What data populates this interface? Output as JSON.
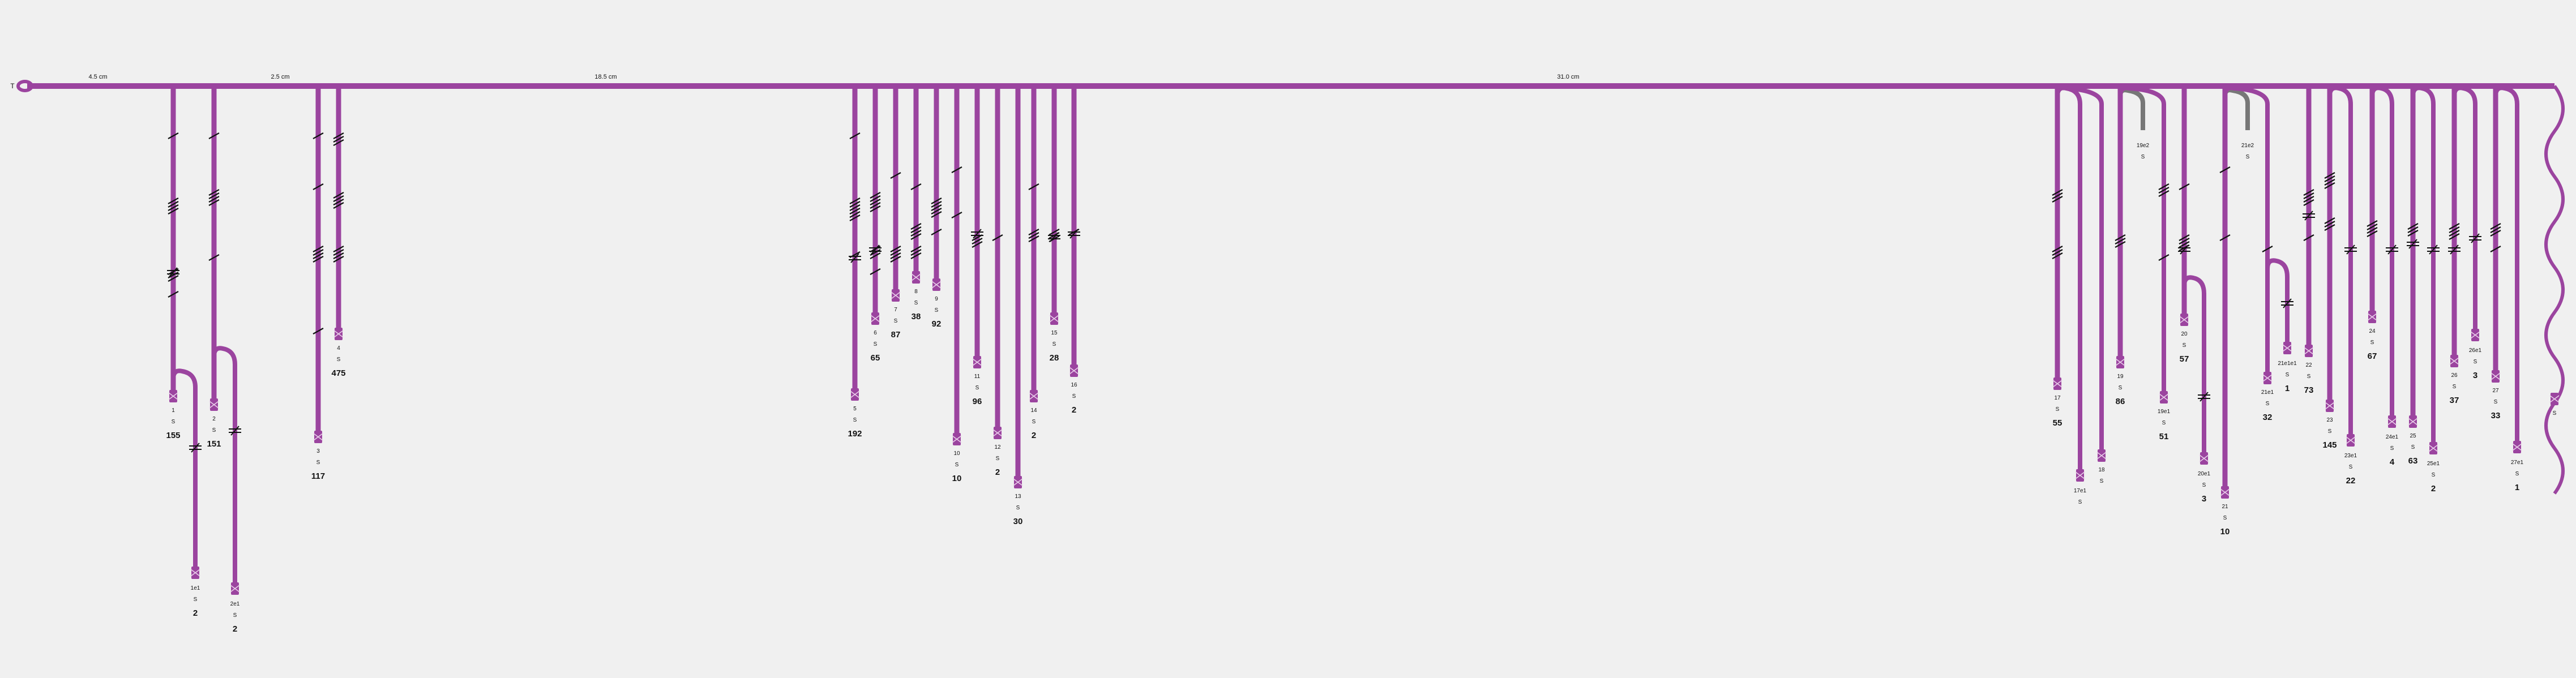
{
  "colors": {
    "primary": "#9b449f",
    "stub": "#777777",
    "background": "#f0f0f0",
    "ink": "#111111"
  },
  "main": {
    "start_label": "T",
    "distances": [
      "4.5 cm",
      "2.5 cm",
      "18.5 cm",
      "31.0 cm"
    ]
  },
  "branches": [
    {
      "id": "b1",
      "labels": [
        "1",
        "S"
      ],
      "count": "155",
      "sub": {
        "labels": [
          "1e1",
          "S"
        ],
        "count": "2"
      }
    },
    {
      "id": "b2",
      "labels": [
        "2",
        "S"
      ],
      "count": "151",
      "sub": {
        "labels": [
          "2e1",
          "S"
        ],
        "count": "2"
      }
    },
    {
      "id": "b3",
      "labels": [
        "3",
        "S"
      ],
      "count": "117"
    },
    {
      "id": "b4",
      "labels": [
        "4",
        "S"
      ],
      "count": "475"
    },
    {
      "id": "b5",
      "labels": [
        "5",
        "S"
      ],
      "count": "192"
    },
    {
      "id": "b6",
      "labels": [
        "6",
        "S"
      ],
      "count": "65"
    },
    {
      "id": "b7",
      "labels": [
        "7",
        "S"
      ],
      "count": "87"
    },
    {
      "id": "b8",
      "labels": [
        "8",
        "S"
      ],
      "count": "38"
    },
    {
      "id": "b9",
      "labels": [
        "9",
        "S"
      ],
      "count": "92"
    },
    {
      "id": "b10",
      "labels": [
        "10",
        "S"
      ],
      "count": "10"
    },
    {
      "id": "b11",
      "labels": [
        "11",
        "S"
      ],
      "count": "96"
    },
    {
      "id": "b12",
      "labels": [
        "12",
        "S"
      ],
      "count": "2"
    },
    {
      "id": "b13",
      "labels": [
        "13",
        "S"
      ],
      "count": "30"
    },
    {
      "id": "b14",
      "labels": [
        "14",
        "S"
      ],
      "count": "2"
    },
    {
      "id": "b15",
      "labels": [
        "15",
        "S"
      ],
      "count": "28"
    },
    {
      "id": "b16",
      "labels": [
        "16",
        "S"
      ],
      "count": "2"
    },
    {
      "id": "b17",
      "labels": [
        "17",
        "S"
      ],
      "count": "55",
      "sub": {
        "labels": [
          "17e1",
          "S"
        ],
        "count": ""
      }
    },
    {
      "id": "b18",
      "labels": [
        "18",
        "S"
      ],
      "count": ""
    },
    {
      "id": "b19",
      "labels": [
        "19",
        "S"
      ],
      "count": "86",
      "stub": {
        "labels": [
          "19e2",
          "S"
        ]
      }
    },
    {
      "id": "b19e1",
      "labels": [
        "19e1",
        "S"
      ],
      "count": "51"
    },
    {
      "id": "b20",
      "labels": [
        "20",
        "S"
      ],
      "count": "57",
      "sub": {
        "labels": [
          "20e1",
          "S"
        ],
        "count": "3"
      }
    },
    {
      "id": "b21",
      "labels": [
        "21",
        "S"
      ],
      "count": "10",
      "stub": {
        "labels": [
          "21e2",
          "S"
        ]
      }
    },
    {
      "id": "b21e1",
      "labels": [
        "21e1",
        "S"
      ],
      "count": "32",
      "sub": {
        "labels": [
          "21e1e1",
          "S"
        ],
        "count": "1"
      }
    },
    {
      "id": "b22",
      "labels": [
        "22",
        "S"
      ],
      "count": "73"
    },
    {
      "id": "b23",
      "labels": [
        "23",
        "S"
      ],
      "count": "145",
      "sub": {
        "labels": [
          "23e1",
          "S"
        ],
        "count": "22"
      }
    },
    {
      "id": "b24",
      "labels": [
        "24",
        "S"
      ],
      "count": "67",
      "sub": {
        "labels": [
          "24e1",
          "S"
        ],
        "count": "4"
      }
    },
    {
      "id": "b25",
      "labels": [
        "25",
        "S"
      ],
      "count": "63",
      "sub": {
        "labels": [
          "25e1",
          "S"
        ],
        "count": "2"
      }
    },
    {
      "id": "b26",
      "labels": [
        "26",
        "S"
      ],
      "count": "37",
      "sub": {
        "labels": [
          "26e1",
          "S"
        ],
        "count": "3"
      }
    },
    {
      "id": "b27",
      "labels": [
        "27",
        "S"
      ],
      "count": "33",
      "sub": {
        "labels": [
          "27e1",
          "S"
        ],
        "count": "1"
      }
    },
    {
      "id": "b28",
      "labels": [
        "S"
      ],
      "count": ""
    }
  ]
}
